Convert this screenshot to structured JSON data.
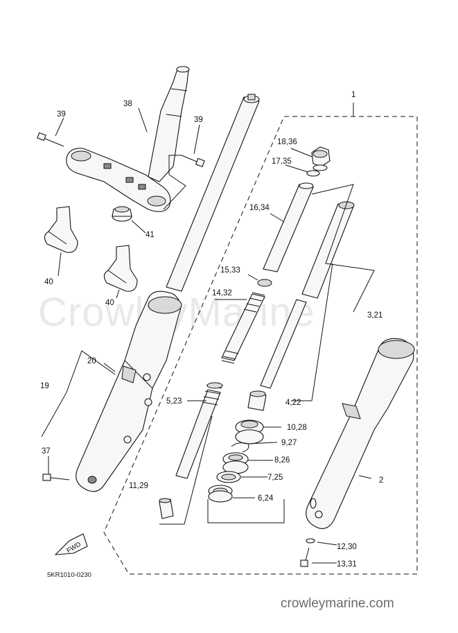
{
  "watermark": "CrowleyMarine",
  "site_url": "crowleymarine.com",
  "diagram_code": "5KR1010-0230",
  "fwd_label": "FWD",
  "callouts": {
    "c1": "1",
    "c2": "2",
    "c3_21": "3,21",
    "c4_22": "4,22",
    "c5_23": "5,23",
    "c6_24": "6,24",
    "c7_25": "7,25",
    "c8_26": "8,26",
    "c9_27": "9,27",
    "c10_28": "10,28",
    "c11_29": "11,29",
    "c12_30": "12,30",
    "c13_31": "13,31",
    "c14_32": "14,32",
    "c15_33": "15,33",
    "c16_34": "16,34",
    "c17_35": "17,35",
    "c18_36": "18,36",
    "c19": "19",
    "c20": "20",
    "c37": "37",
    "c38": "38",
    "c39a": "39",
    "c39b": "39",
    "c40a": "40",
    "c40b": "40",
    "c41": "41"
  }
}
